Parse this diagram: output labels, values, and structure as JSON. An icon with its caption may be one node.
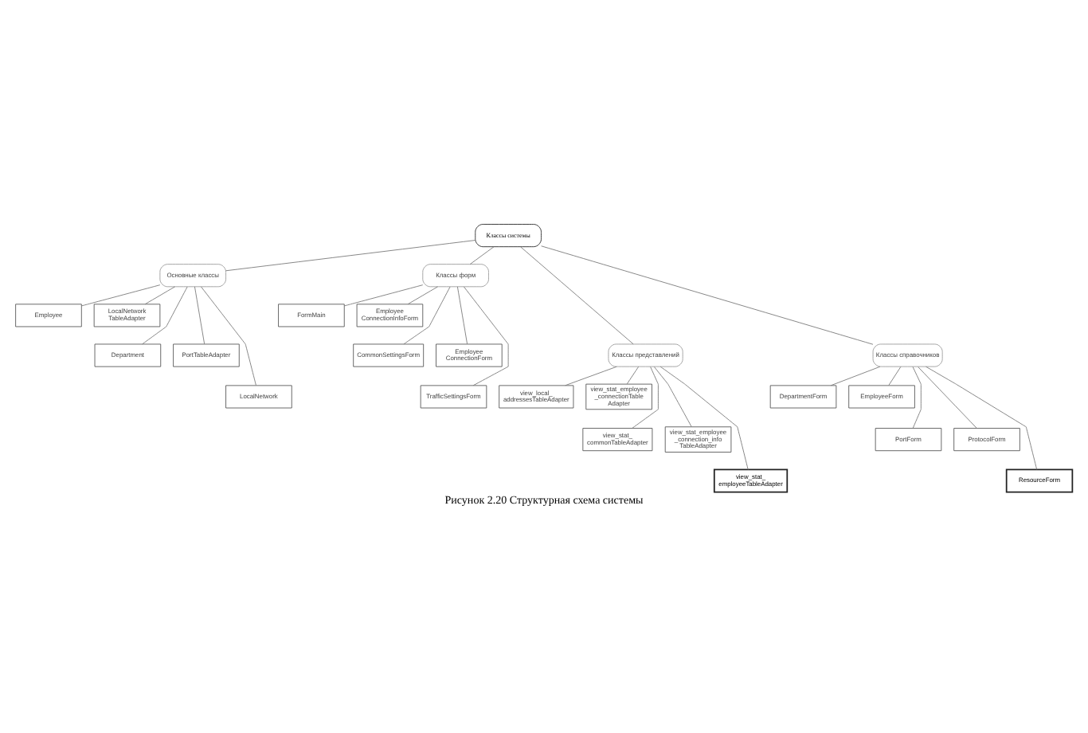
{
  "diagram": {
    "caption": "Рисунок 2.20 Структурная схема системы",
    "nodes": [
      {
        "text": [
          "Классы системы"
        ]
      },
      {
        "text": [
          "Основные классы"
        ]
      },
      {
        "text": [
          "Employee"
        ]
      },
      {
        "text": [
          "LocalNetwork TableAdapter"
        ]
      },
      {
        "text": [
          "Department"
        ]
      },
      {
        "text": [
          "PortTableAdapter"
        ]
      },
      {
        "text": [
          "LocalNetwork"
        ]
      },
      {
        "text": [
          "Классы форм"
        ]
      },
      {
        "text": [
          "FormMain"
        ]
      },
      {
        "text": [
          "Employee ConnectionInfoForm"
        ]
      },
      {
        "text": [
          "CommonSettingsForm"
        ]
      },
      {
        "text": [
          "Employee ConnectionForm"
        ]
      },
      {
        "text": [
          "TrafficSettingsForm"
        ]
      },
      {
        "text": [
          "Классы представлений"
        ]
      },
      {
        "text": [
          "view_local_ addressesTableAdapter"
        ]
      },
      {
        "text": [
          "view_stat_employee _connectionTable Adapter"
        ]
      },
      {
        "text": [
          "view_stat_ commonTableAdapter"
        ]
      },
      {
        "text": [
          "view_stat_employee _connection_info TableAdapter"
        ]
      },
      {
        "text": [
          "view_stat_ employeeTableAdapter"
        ]
      },
      {
        "text": [
          "Классы справочников"
        ]
      },
      {
        "text": [
          "DepartmentForm"
        ]
      },
      {
        "text": [
          "EmployeeForm"
        ]
      },
      {
        "text": [
          "PortForm"
        ]
      },
      {
        "text": [
          "ProtocolForm"
        ]
      },
      {
        "text": [
          "ResourceForm"
        ]
      }
    ],
    "edges": [
      {
        "from": 0,
        "to": 1,
        "arrow": "none"
      },
      {
        "from": 1,
        "to": 2,
        "arrow": "none"
      },
      {
        "from": 1,
        "to": 3,
        "arrow": "none"
      },
      {
        "from": 1,
        "to": 4,
        "arrow": "none"
      },
      {
        "from": 1,
        "to": 5,
        "arrow": "none"
      },
      {
        "from": 1,
        "to": 6,
        "arrow": "none"
      },
      {
        "from": 0,
        "to": 7,
        "arrow": "none"
      },
      {
        "from": 7,
        "to": 8,
        "arrow": "none"
      },
      {
        "from": 7,
        "to": 9,
        "arrow": "none"
      },
      {
        "from": 7,
        "to": 10,
        "arrow": "none"
      },
      {
        "from": 7,
        "to": 11,
        "arrow": "none"
      },
      {
        "from": 7,
        "to": 12,
        "arrow": "none"
      },
      {
        "from": 0,
        "to": 13,
        "arrow": "none"
      },
      {
        "from": 13,
        "to": 14,
        "arrow": "none"
      },
      {
        "from": 13,
        "to": 15,
        "arrow": "none"
      },
      {
        "from": 13,
        "to": 16,
        "arrow": "none"
      },
      {
        "from": 13,
        "to": 17,
        "arrow": "none"
      },
      {
        "from": 13,
        "to": 18,
        "arrow": "none"
      },
      {
        "from": 0,
        "to": 19,
        "arrow": "none"
      },
      {
        "from": 19,
        "to": 20,
        "arrow": "none"
      },
      {
        "from": 19,
        "to": 21,
        "arrow": "none"
      },
      {
        "from": 19,
        "to": 22,
        "arrow": "none"
      },
      {
        "from": 19,
        "to": 23,
        "arrow": "none"
      },
      {
        "from": 19,
        "to": 24,
        "arrow": "none"
      }
    ]
  }
}
